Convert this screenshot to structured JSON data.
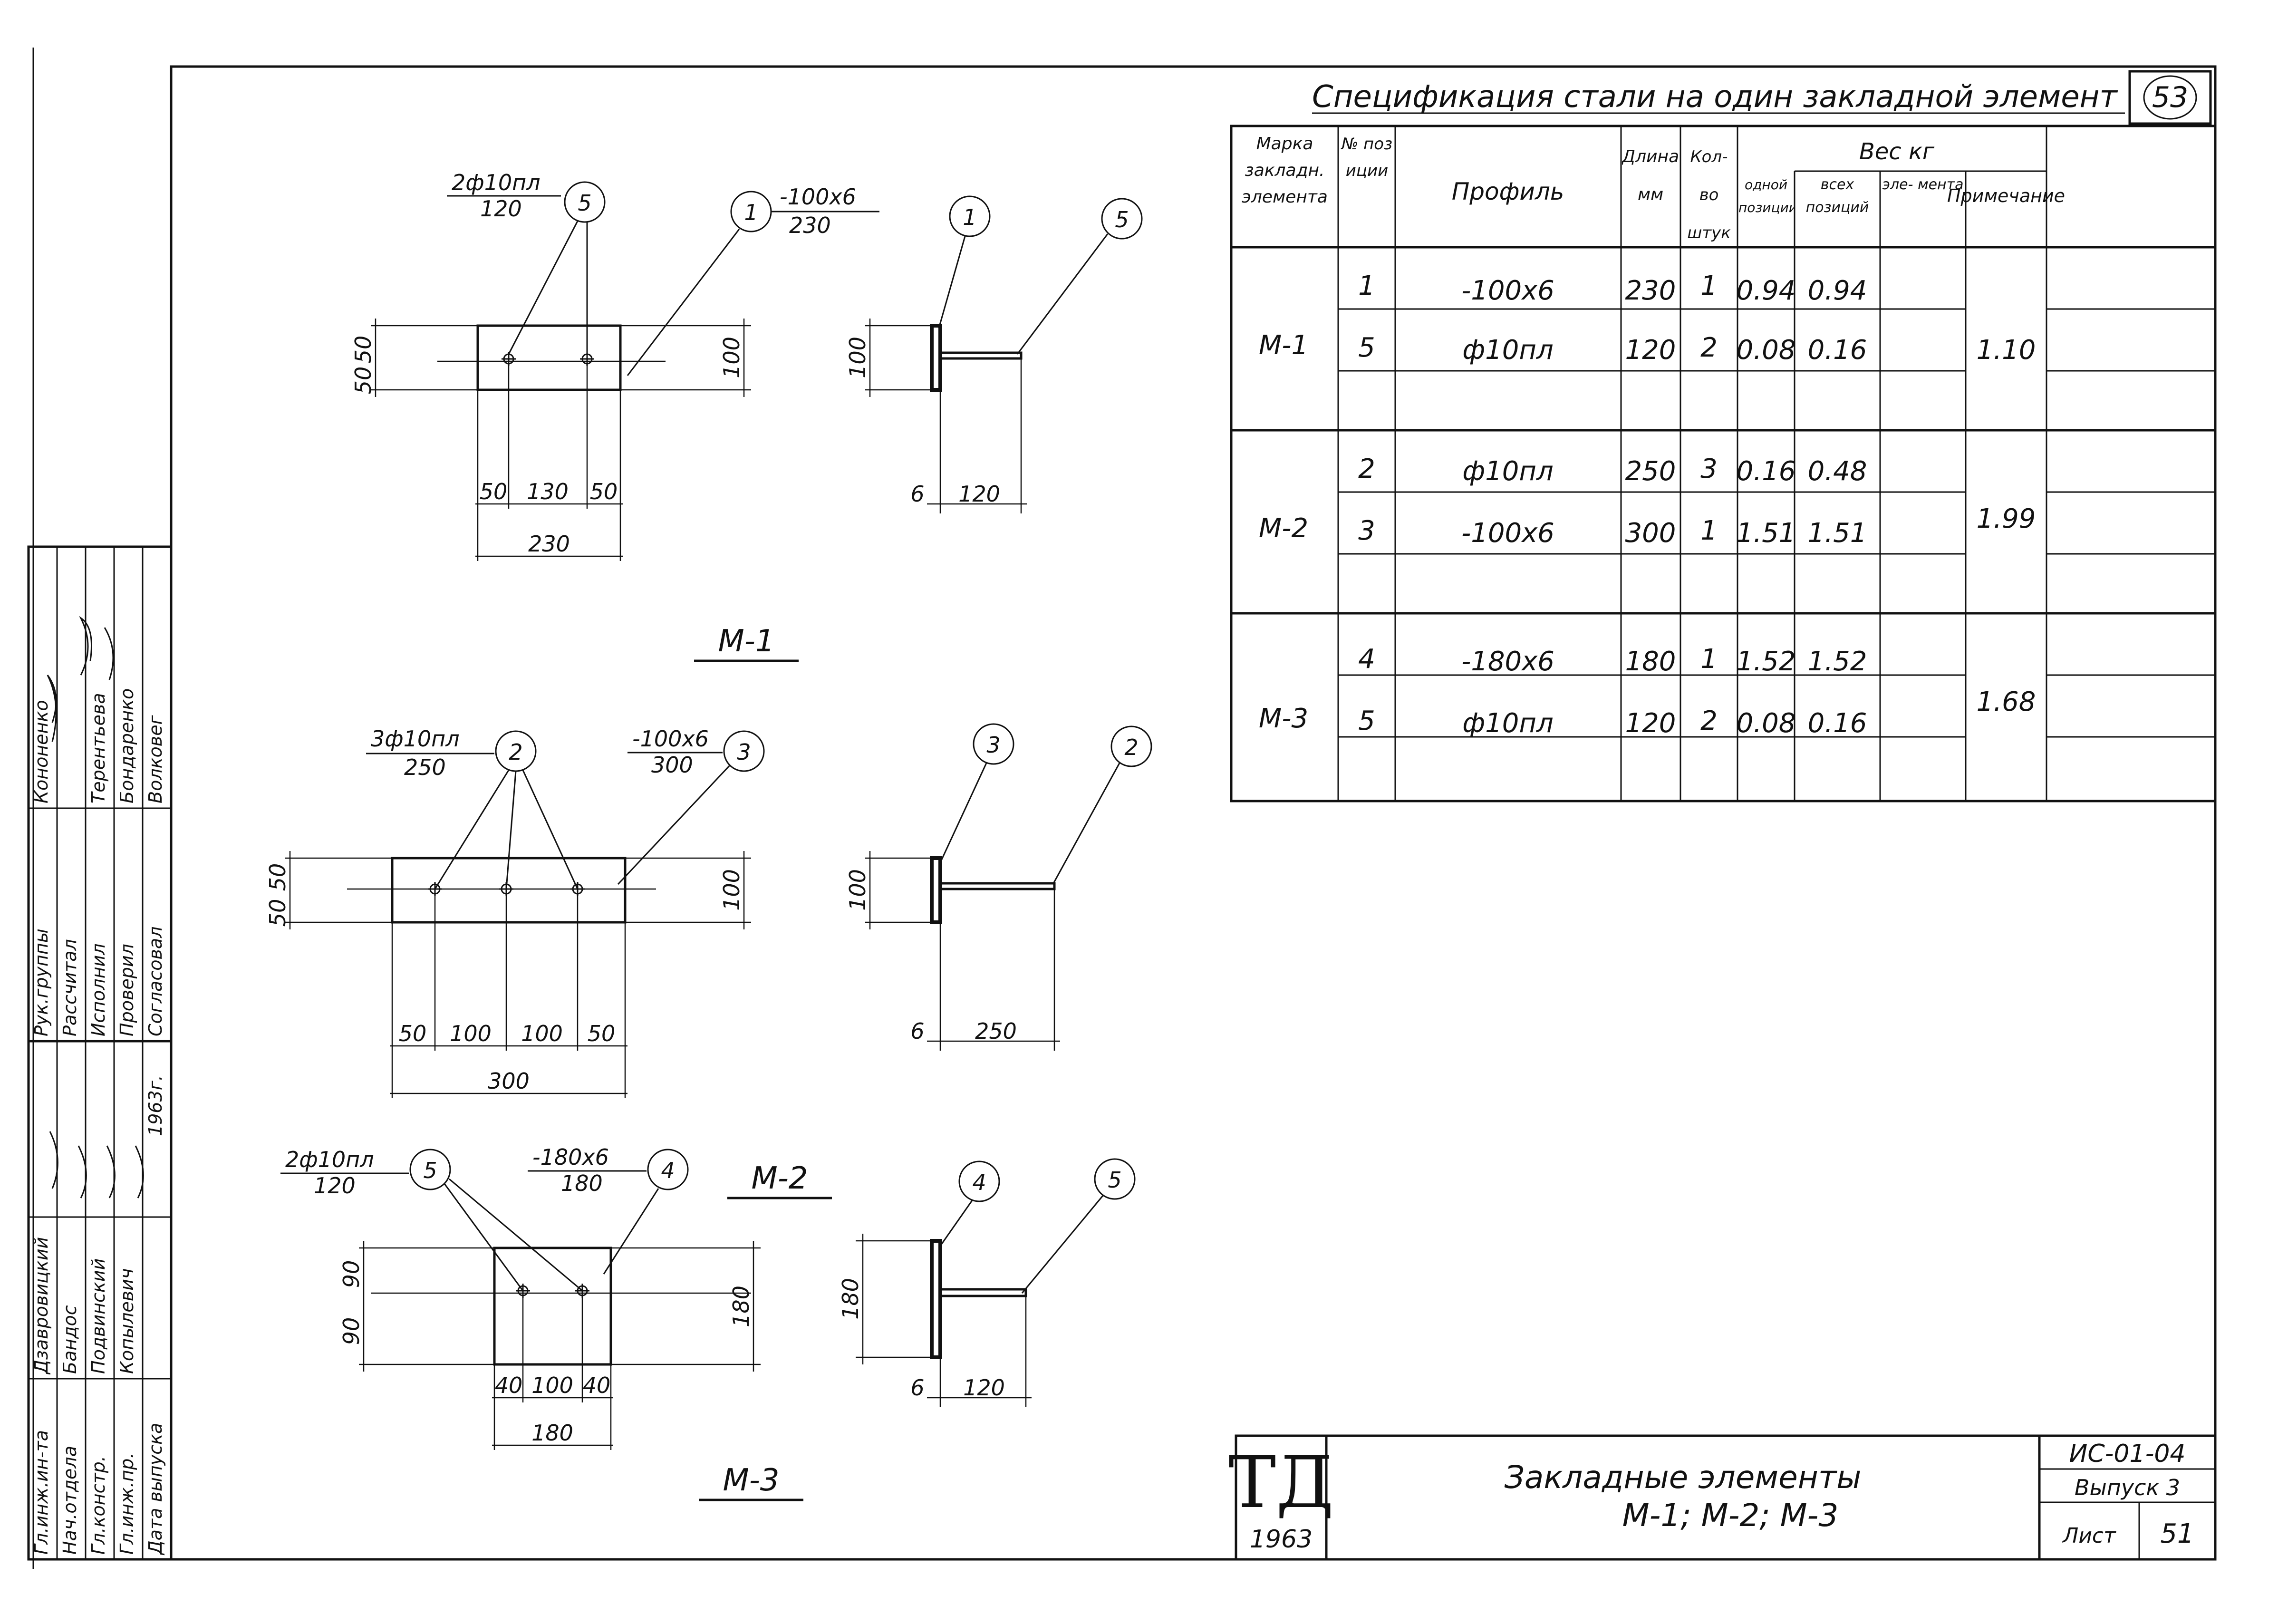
{
  "spec_title": "Спецификация стали на один закладной элемент",
  "page_number": "53",
  "table": {
    "headers": {
      "mark": "Марка закладн. элемента",
      "pos": "№ позиции",
      "profile": "Профиль",
      "length": "Длина мм",
      "qty": "Кол-во штук",
      "weight": "Вес кг",
      "weight_one": "одной позиции",
      "weight_all": "всех позиций",
      "weight_el": "эле- мента",
      "note": "Примечание"
    },
    "groups": [
      {
        "mark": "М-1",
        "element_weight": "1.10",
        "rows": [
          {
            "pos": "1",
            "profile": "-100х6",
            "length": "230",
            "qty": "1",
            "w_one": "0.94",
            "w_all": "0.94"
          },
          {
            "pos": "5",
            "profile": "ф10пл",
            "length": "120",
            "qty": "2",
            "w_one": "0.08",
            "w_all": "0.16"
          }
        ]
      },
      {
        "mark": "М-2",
        "element_weight": "1.99",
        "rows": [
          {
            "pos": "2",
            "profile": "ф10пл",
            "length": "250",
            "qty": "3",
            "w_one": "0.16",
            "w_all": "0.48"
          },
          {
            "pos": "3",
            "profile": "-100х6",
            "length": "300",
            "qty": "1",
            "w_one": "1.51",
            "w_all": "1.51"
          }
        ]
      },
      {
        "mark": "М-3",
        "element_weight": "1.68",
        "rows": [
          {
            "pos": "4",
            "profile": "-180х6",
            "length": "180",
            "qty": "1",
            "w_one": "1.52",
            "w_all": "1.52"
          },
          {
            "pos": "5",
            "profile": "ф10пл",
            "length": "120",
            "qty": "2",
            "w_one": "0.08",
            "w_all": "0.16"
          }
        ]
      }
    ]
  },
  "drawings": {
    "m1": {
      "caption": "М-1",
      "leader_a": "2ф10пл",
      "leader_a_sub": "120",
      "pos_a": "5",
      "leader_b": "-100х6",
      "leader_b_sub": "230",
      "pos_b": "1",
      "side_pos_1": "1",
      "side_pos_2": "5",
      "dims_top": [
        "50",
        "130",
        "50"
      ],
      "dim_total": "230",
      "dim_left_a": "50",
      "dim_left_b": "50",
      "dim_height": "100",
      "side_height": "100",
      "side_thk": "6",
      "side_len": "120"
    },
    "m2": {
      "caption": "М-2",
      "leader_a": "3ф10пл",
      "leader_a_sub": "250",
      "pos_a": "2",
      "leader_b": "-100х6",
      "leader_b_sub": "300",
      "pos_b": "3",
      "side_pos_1": "3",
      "side_pos_2": "2",
      "dims_top": [
        "50",
        "100",
        "100",
        "50"
      ],
      "dim_total": "300",
      "dim_left_a": "50",
      "dim_left_b": "50",
      "dim_height": "100",
      "side_height": "100",
      "side_thk": "6",
      "side_len": "250"
    },
    "m3": {
      "caption": "М-3",
      "leader_a": "2ф10пл",
      "leader_a_sub": "120",
      "pos_a": "5",
      "leader_b": "-180х6",
      "leader_b_sub": "180",
      "pos_b": "4",
      "side_pos_1": "4",
      "side_pos_2": "5",
      "dims_top": [
        "40",
        "100",
        "40"
      ],
      "dim_total": "180",
      "dim_left_a": "90",
      "dim_left_b": "90",
      "dim_height": "180",
      "side_height": "180",
      "side_thk": "6",
      "side_len": "120"
    }
  },
  "title_block": {
    "logo": "ТД",
    "year": "1963",
    "title_line1": "Закладные элементы",
    "title_line2": "М-1; М-2; М-3",
    "code": "ИС-01-04",
    "issue": "Выпуск 3",
    "sheet_label": "Лист",
    "sheet_no": "51"
  },
  "side_stamp": {
    "roles": [
      "Гл.инж.ин-та",
      "Нач.отдела",
      "Гл.констр.",
      "Гл.инж.пр.",
      "Дата выпуска"
    ],
    "names": [
      "Дзавровицкий",
      "Бандос",
      "Подвинский",
      "Копылевич",
      ""
    ],
    "roles2": [
      "Рук.группы",
      "Рассчитал",
      "Исполнил",
      "Проверил",
      "Согласовал"
    ],
    "names2": [
      "Кононенко",
      "",
      "Терентьева",
      "Бондаренко",
      "Волковег"
    ],
    "date": "1963г."
  }
}
